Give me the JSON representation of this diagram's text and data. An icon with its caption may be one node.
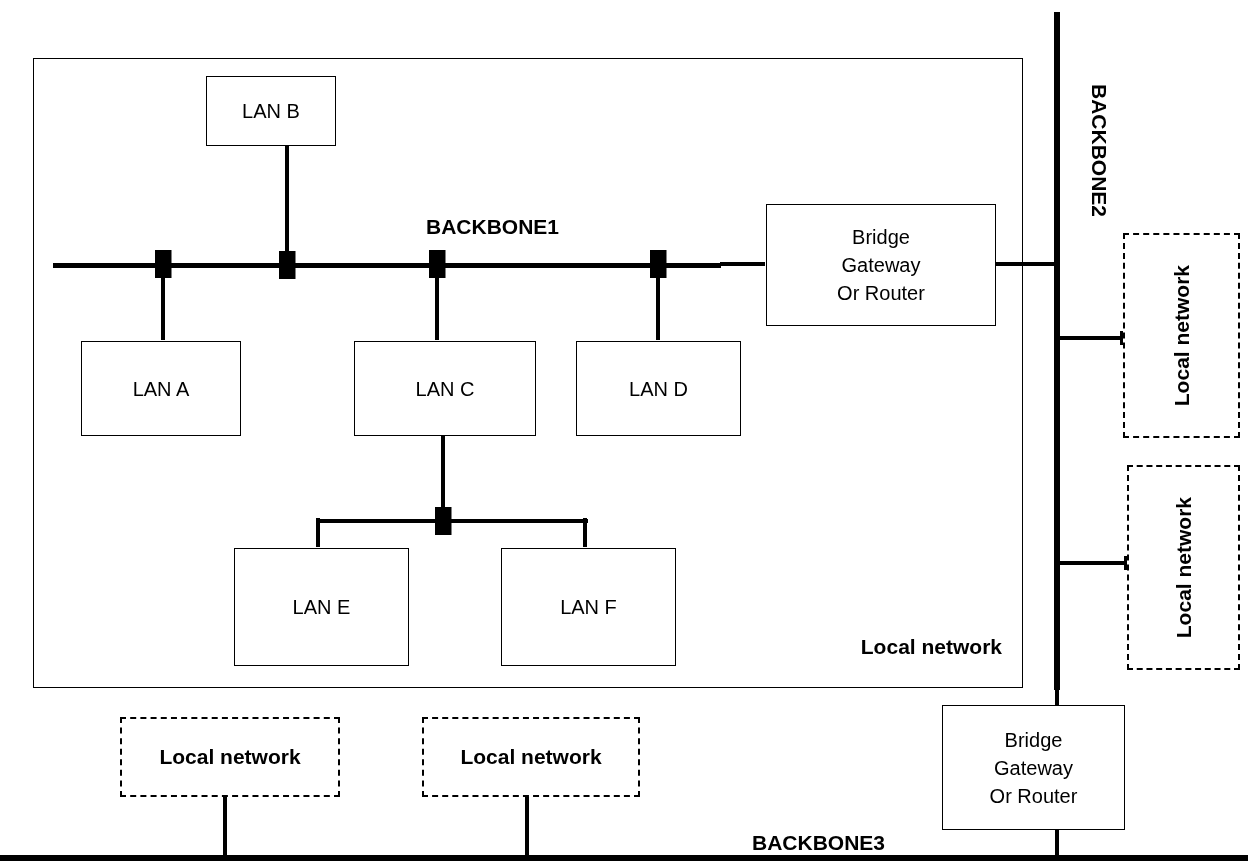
{
  "diagram": {
    "nodes": [
      {
        "text": [
          "Local network"
        ]
      },
      {
        "text": [
          "LAN B"
        ],
        "in": 0
      },
      {
        "text": [
          "BACKBONE1"
        ],
        "in": 0
      },
      {
        "text": [
          "Bridge Gateway Or Router"
        ],
        "in": 0
      },
      {
        "text": [
          "LAN A"
        ],
        "in": 0
      },
      {
        "text": [
          "LAN C"
        ],
        "in": 0
      },
      {
        "text": [
          "LAN D"
        ],
        "in": 0
      },
      {
        "text": [],
        "shape": "bar",
        "in": 0
      },
      {
        "text": [
          "LAN E"
        ],
        "in": 0
      },
      {
        "text": [
          "LAN F"
        ],
        "in": 0
      },
      {
        "text": [
          "BACKBONE2"
        ]
      },
      {
        "text": [
          "Local network"
        ]
      },
      {
        "text": [
          "Local network"
        ]
      },
      {
        "text": [
          "Bridge Gateway Or Router"
        ]
      },
      {
        "text": [
          "Local network"
        ]
      },
      {
        "text": [
          "Local network"
        ]
      },
      {
        "text": [
          "BACKBONE3"
        ]
      }
    ],
    "edges": [
      {
        "from": 4,
        "to": 2,
        "arrow": "other"
      },
      {
        "from": 1,
        "to": 2,
        "arrow": "other"
      },
      {
        "from": 5,
        "to": 2,
        "arrow": "other"
      },
      {
        "from": 6,
        "to": 2,
        "arrow": "other"
      },
      {
        "from": 2,
        "to": 3,
        "arrow": "none"
      },
      {
        "from": 3,
        "to": 10,
        "arrow": "none"
      },
      {
        "from": 5,
        "to": 7,
        "arrow": "other"
      },
      {
        "from": 7,
        "to": 8,
        "arrow": "none"
      },
      {
        "from": 7,
        "to": 9,
        "arrow": "none"
      },
      {
        "from": 10,
        "to": 11,
        "arrow": "other"
      },
      {
        "from": 10,
        "to": 12,
        "arrow": "other"
      },
      {
        "from": 10,
        "to": 13,
        "arrow": "none"
      },
      {
        "from": 13,
        "to": 16,
        "arrow": "none"
      },
      {
        "from": 14,
        "to": 16,
        "arrow": "none"
      },
      {
        "from": 15,
        "to": 16,
        "arrow": "none"
      }
    ]
  }
}
